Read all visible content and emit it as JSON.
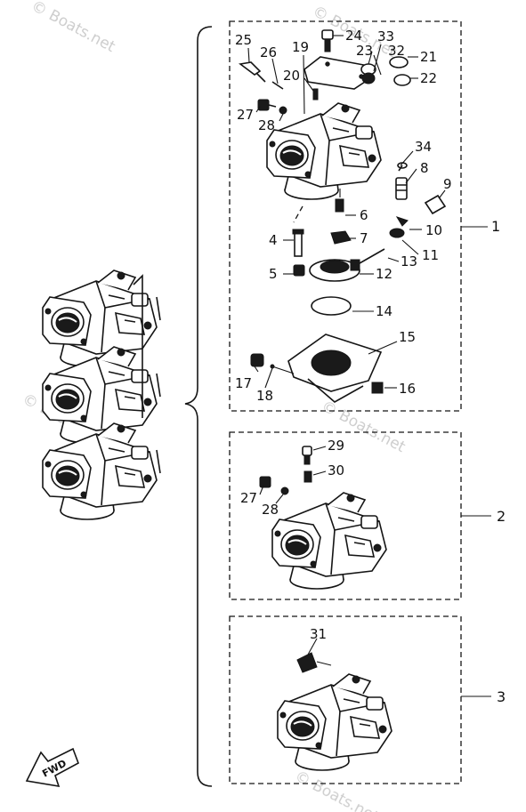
{
  "watermark": {
    "text": "© Boats.net"
  },
  "direction": {
    "label": "FWD"
  },
  "assemblies": [
    {
      "ref": "1"
    },
    {
      "ref": "2"
    },
    {
      "ref": "3"
    }
  ],
  "callouts": {
    "p4": "4",
    "p5": "5",
    "p6": "6",
    "p7": "7",
    "p8": "8",
    "p9": "9",
    "p10": "10",
    "p11": "11",
    "p12": "12",
    "p13": "13",
    "p14": "14",
    "p15": "15",
    "p16": "16",
    "p17": "17",
    "p18": "18",
    "p19": "19",
    "p20": "20",
    "p21": "21",
    "p22": "22",
    "p23": "23",
    "p24": "24",
    "p25": "25",
    "p26": "26",
    "p27": "27",
    "p28": "28",
    "p32": "32",
    "p33": "33",
    "p34": "34",
    "p27b": "27",
    "p28b": "28",
    "p29": "29",
    "p30": "30",
    "p31": "31"
  }
}
